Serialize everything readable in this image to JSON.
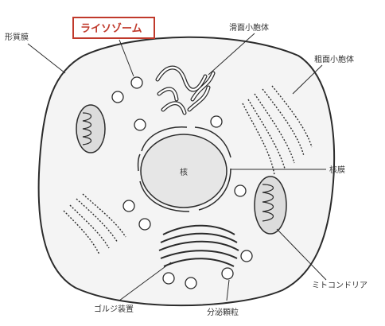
{
  "labels": {
    "cell_membrane": "形質膜",
    "lysosome": "ライソゾーム",
    "smooth_er": "滑面小胞体",
    "rough_er": "粗面小胞体",
    "nucleus": "核",
    "nuclear_envelope": "核膜",
    "mitochondria": "ミトコンドリア",
    "golgi": "ゴルジ装置",
    "secretory_granules": "分泌顆粒"
  },
  "colors": {
    "highlight": "#c0392b",
    "line": "#2b2b2b",
    "cell_fill": "#f4f4f4",
    "nucleus_fill": "#e6e6e6"
  }
}
